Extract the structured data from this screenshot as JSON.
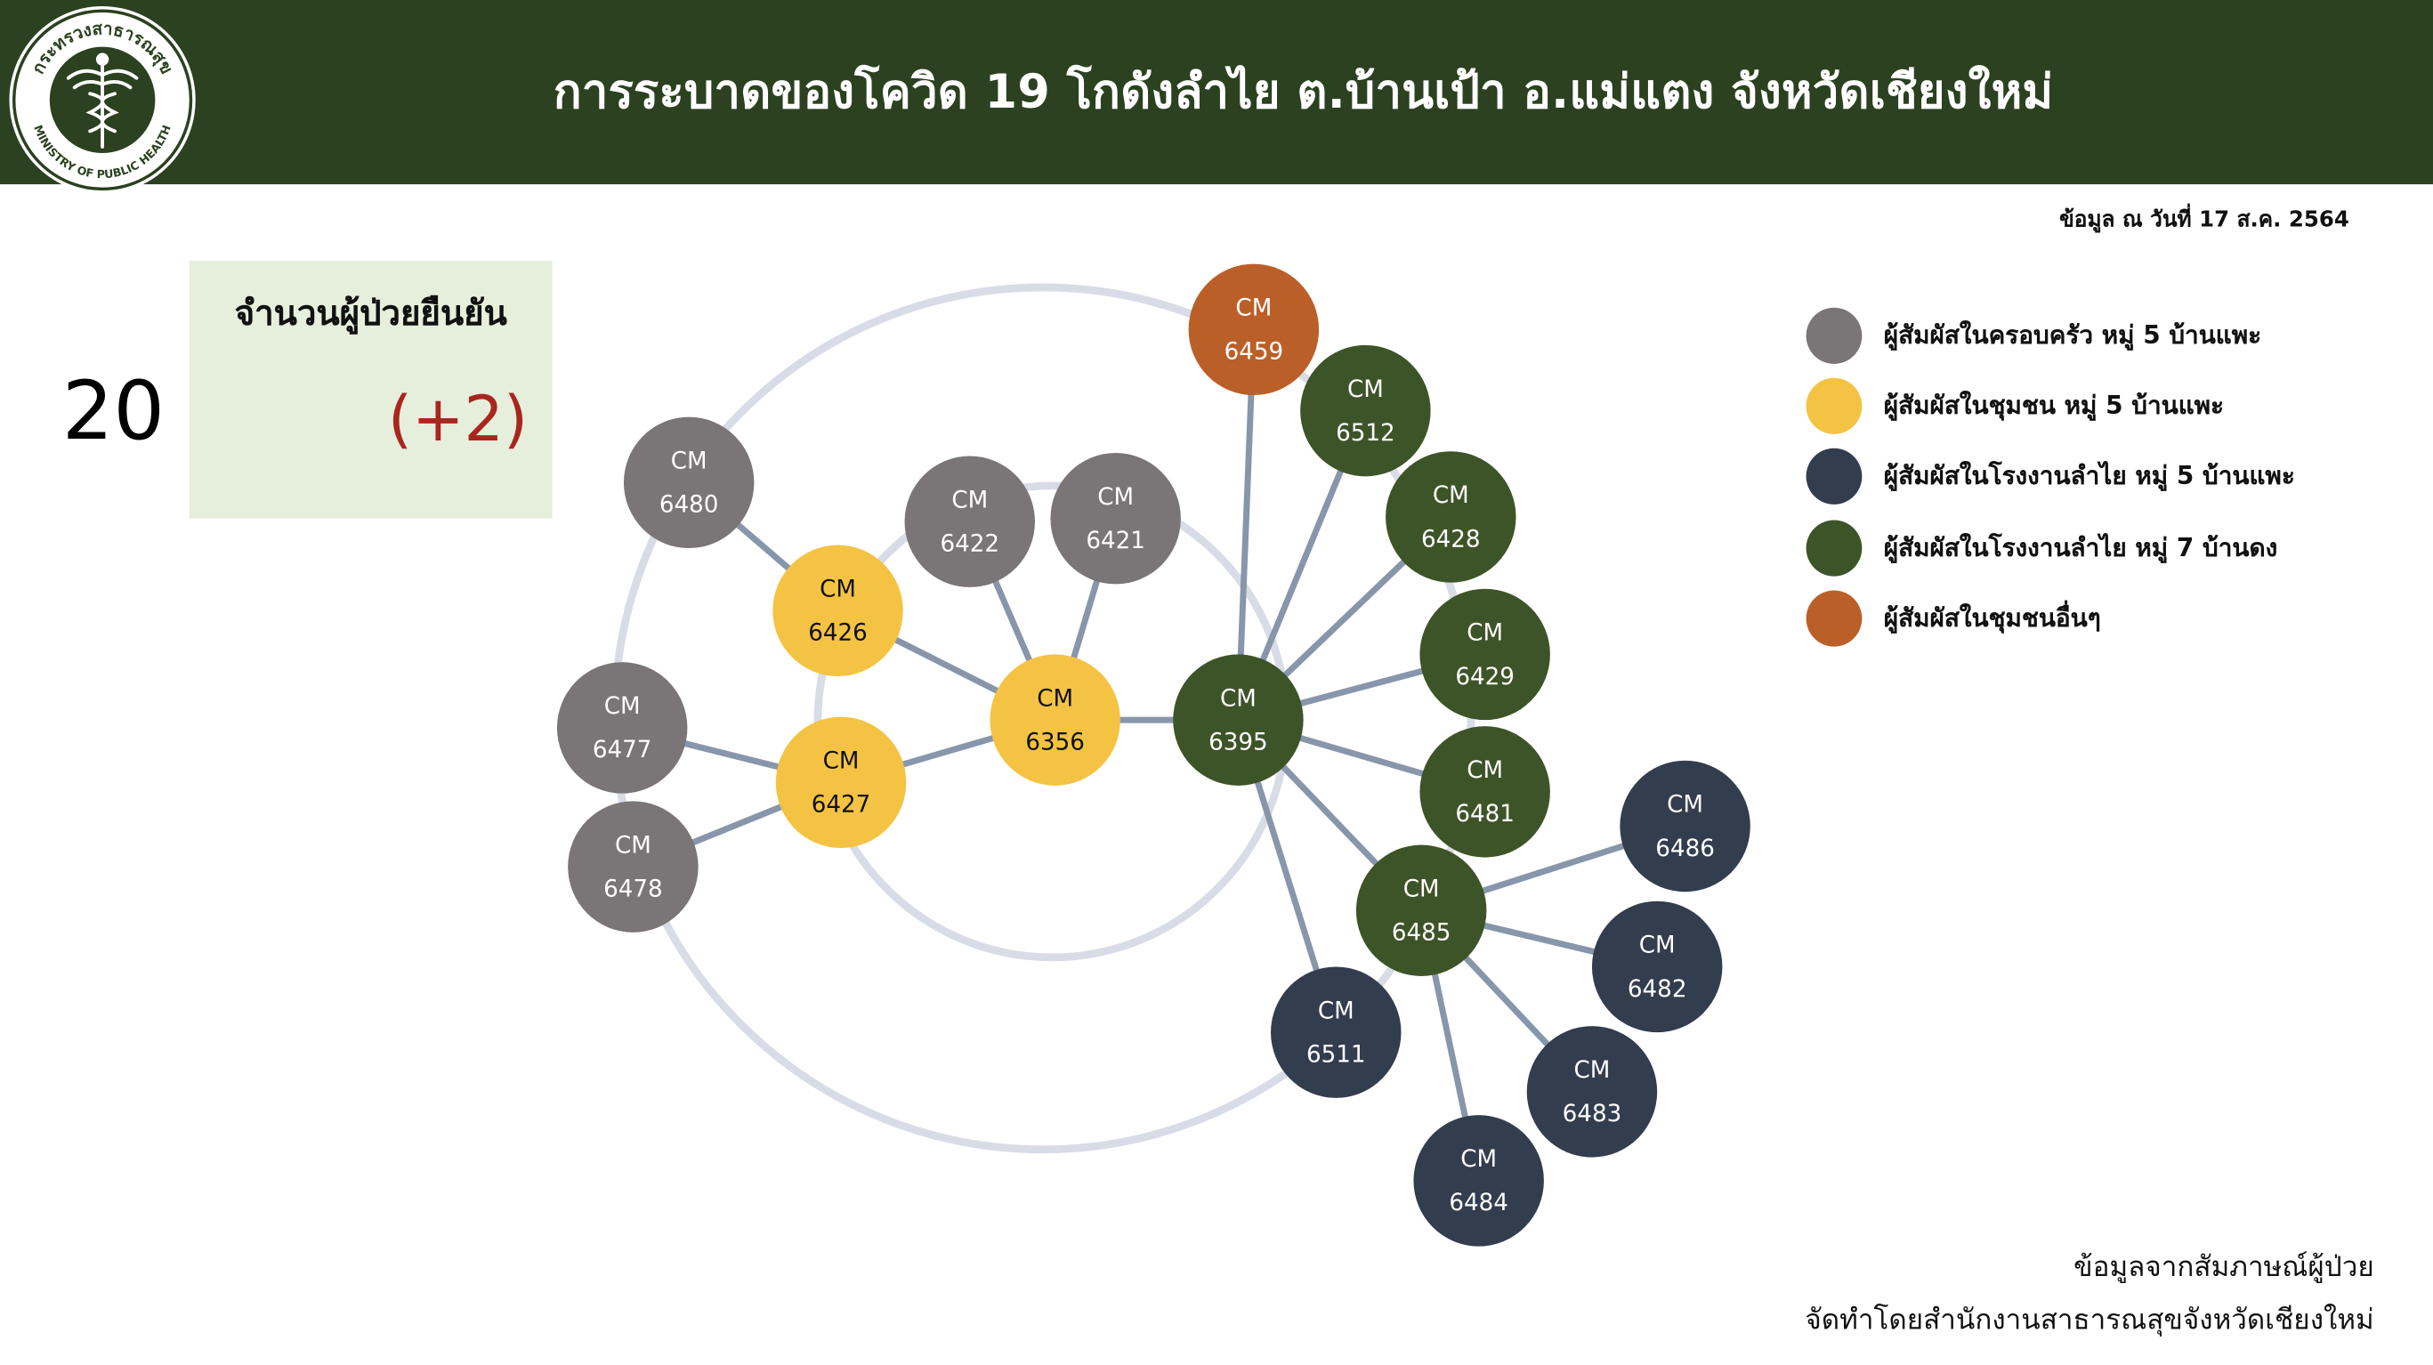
{
  "header": {
    "title": "การระบาดของโควิด 19 โกดังลำไย ต.บ้านเป้า อ.แม่แตง จังหวัดเชียงใหม่",
    "logo": {
      "top_text": "กระทรวงสาธารณสุข",
      "bottom_text": "MINISTRY OF PUBLIC HEALTH",
      "icon": "caduceus-icon",
      "color": "#2b4120"
    }
  },
  "date_text": "ข้อมูล ณ วันที่ 17 ส.ค. 2564",
  "summary": {
    "label": "จำนวนผู้ป่วยยืนยัน",
    "total": "20",
    "delta": "(+2)"
  },
  "colors": {
    "family": "#7a7576",
    "community": "#f4c343",
    "factory5": "#323d4e",
    "factory7": "#3d5428",
    "other": "#bb5f28",
    "edge": "#8896ab",
    "ring": "#d8dce6"
  },
  "legend": [
    {
      "group": "family",
      "label": "ผู้สัมผัสในครอบครัว หมู่ 5 บ้านแพะ"
    },
    {
      "group": "community",
      "label": "ผู้สัมผัสในชุมชน หมู่ 5 บ้านแพะ"
    },
    {
      "group": "factory5",
      "label": "ผู้สัมผัสในโรงงานลำไย หมู่ 5 บ้านแพะ"
    },
    {
      "group": "factory7",
      "label": "ผู้สัมผัสในโรงงานลำไย หมู่ 7 บ้านดง"
    },
    {
      "group": "other",
      "label": "ผู้สัมผัสในชุมชนอื่นๆ"
    }
  ],
  "network": {
    "nodes": [
      {
        "id": "6459",
        "prefix": "CM",
        "group": "other"
      },
      {
        "id": "6480",
        "prefix": "CM",
        "group": "family"
      },
      {
        "id": "6422",
        "prefix": "CM",
        "group": "family"
      },
      {
        "id": "6421",
        "prefix": "CM",
        "group": "family"
      },
      {
        "id": "6477",
        "prefix": "CM",
        "group": "family"
      },
      {
        "id": "6478",
        "prefix": "CM",
        "group": "family"
      },
      {
        "id": "6426",
        "prefix": "CM",
        "group": "community"
      },
      {
        "id": "6427",
        "prefix": "CM",
        "group": "community"
      },
      {
        "id": "6356",
        "prefix": "CM",
        "group": "community"
      },
      {
        "id": "6395",
        "prefix": "CM",
        "group": "factory7"
      },
      {
        "id": "6512",
        "prefix": "CM",
        "group": "factory7"
      },
      {
        "id": "6428",
        "prefix": "CM",
        "group": "factory7"
      },
      {
        "id": "6429",
        "prefix": "CM",
        "group": "factory7"
      },
      {
        "id": "6481",
        "prefix": "CM",
        "group": "factory7"
      },
      {
        "id": "6485",
        "prefix": "CM",
        "group": "factory7"
      },
      {
        "id": "6511",
        "prefix": "CM",
        "group": "factory5"
      },
      {
        "id": "6486",
        "prefix": "CM",
        "group": "factory5"
      },
      {
        "id": "6482",
        "prefix": "CM",
        "group": "factory5"
      },
      {
        "id": "6483",
        "prefix": "CM",
        "group": "factory5"
      },
      {
        "id": "6484",
        "prefix": "CM",
        "group": "factory5"
      }
    ],
    "links": [
      {
        "from": "6480",
        "to": "6426"
      },
      {
        "from": "6426",
        "to": "6356"
      },
      {
        "from": "6427",
        "to": "6356"
      },
      {
        "from": "6477",
        "to": "6427"
      },
      {
        "from": "6478",
        "to": "6427"
      },
      {
        "from": "6422",
        "to": "6356"
      },
      {
        "from": "6421",
        "to": "6356"
      },
      {
        "from": "6356",
        "to": "6395"
      },
      {
        "from": "6395",
        "to": "6459"
      },
      {
        "from": "6395",
        "to": "6512"
      },
      {
        "from": "6395",
        "to": "6428"
      },
      {
        "from": "6395",
        "to": "6429"
      },
      {
        "from": "6395",
        "to": "6481"
      },
      {
        "from": "6395",
        "to": "6485"
      },
      {
        "from": "6395",
        "to": "6511"
      },
      {
        "from": "6485",
        "to": "6486"
      },
      {
        "from": "6485",
        "to": "6482"
      },
      {
        "from": "6485",
        "to": "6483"
      },
      {
        "from": "6485",
        "to": "6484"
      }
    ]
  },
  "footer": {
    "line1": "ข้อมูลจากสัมภาษณ์ผู้ป่วย",
    "line2": "จัดทำโดยสำนักงานสาธารณสุขจังหวัดเชียงใหม่"
  }
}
